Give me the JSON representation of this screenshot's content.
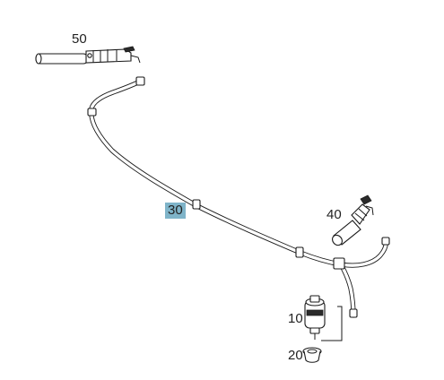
{
  "callouts": {
    "part_50": "50",
    "part_40": "40",
    "part_30": "30",
    "part_10": "10",
    "part_20": "20"
  },
  "highlight_color": "#7fb4c9"
}
